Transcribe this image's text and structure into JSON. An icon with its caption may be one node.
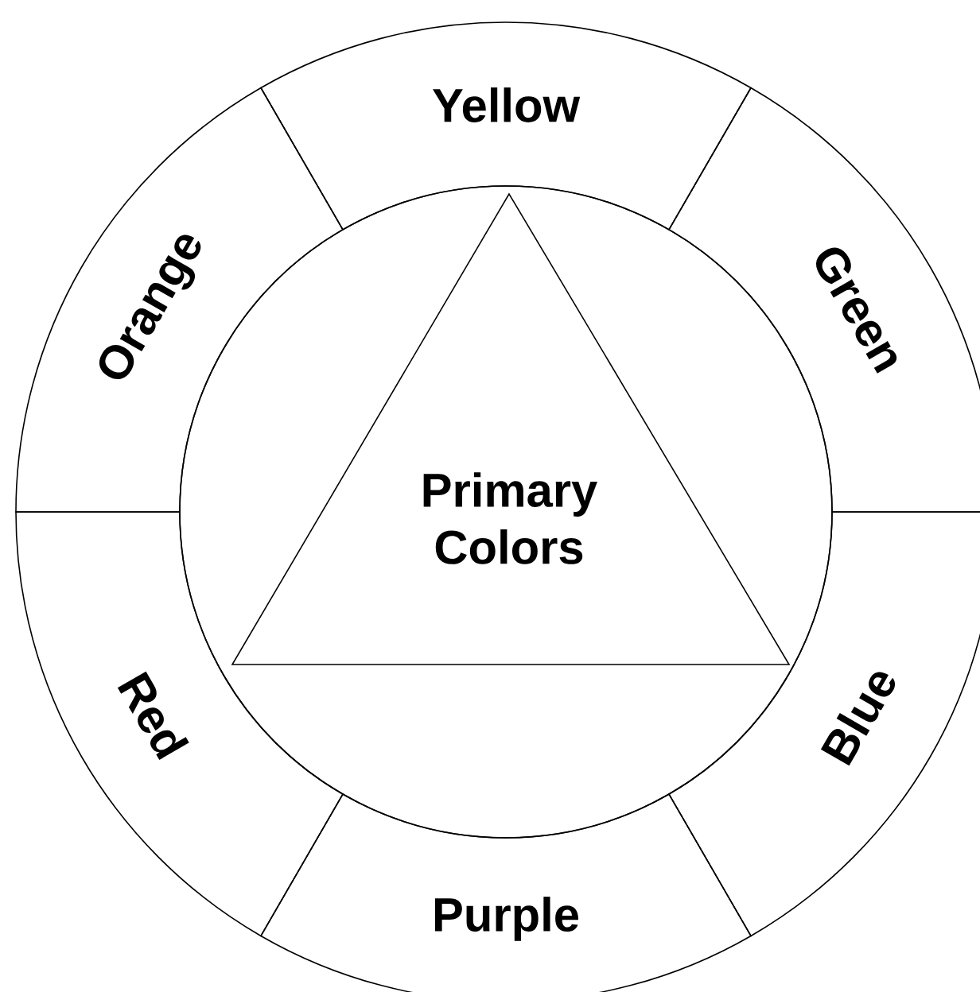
{
  "diagram": {
    "nodes": [
      {
        "text": [
          "Yellow"
        ]
      },
      {
        "text": [
          "Orange"
        ]
      },
      {
        "text": [
          "Green"
        ]
      },
      {
        "text": [],
        "shape": "circle"
      },
      {
        "text": [
          "Primary Colors"
        ],
        "in": 3
      },
      {
        "text": [
          "Red"
        ]
      },
      {
        "text": [
          "Blue"
        ]
      },
      {
        "text": [
          "Purple"
        ]
      }
    ],
    "edges": []
  }
}
